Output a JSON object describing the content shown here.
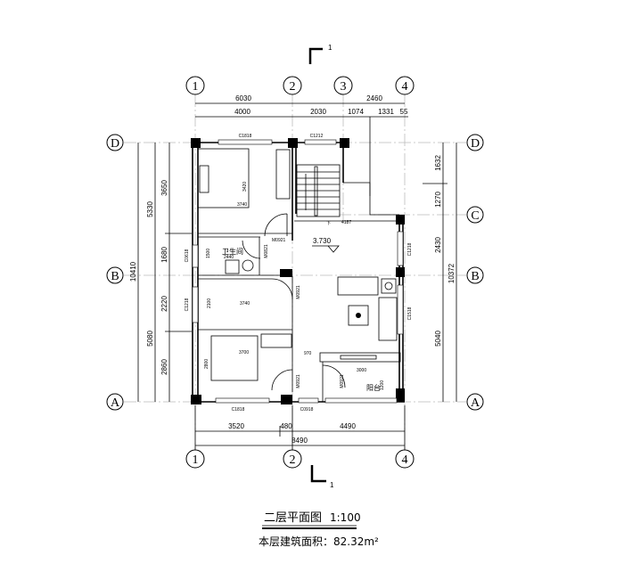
{
  "axes": {
    "top": [
      "1",
      "2",
      "3",
      "4"
    ],
    "bottom": [
      "1",
      "2",
      "4"
    ],
    "left": [
      "D",
      "B",
      "A"
    ],
    "right": [
      "D",
      "C",
      "B",
      "A"
    ]
  },
  "dimensions": {
    "top_total": [
      "6030",
      "2460"
    ],
    "top_detail": [
      "4000",
      "2030",
      "1074",
      "1331",
      "55"
    ],
    "bottom_detail": [
      "3520",
      "480",
      "4490"
    ],
    "bottom_total": "8490",
    "left_total": "10410",
    "left_mid": [
      "5330",
      "5080"
    ],
    "left_detail": [
      "3650",
      "1680",
      "2220",
      "2860"
    ],
    "right_detail": [
      "1632",
      "1270",
      "2430",
      "5040"
    ],
    "right_total": "10372",
    "interior": [
      "3420",
      "3740",
      "4187",
      "1500",
      "2440",
      "2100",
      "3740",
      "3700",
      "2800",
      "970",
      "3000",
      "1200"
    ]
  },
  "windows": {
    "top_left": "C1818",
    "top_mid": "C1212",
    "left_upper": "C0618",
    "left_lower": "C1218",
    "right_upper": "C1218",
    "right_lower": "C1518",
    "bottom_left": "C1818",
    "bottom_mid": "C0918"
  },
  "doors": {
    "bath_top": "M0921",
    "bath_side": "M0821",
    "bedroom_mid": "M0921",
    "bedroom_bottom": "M0921",
    "balcony": "M0921"
  },
  "rooms": {
    "bathroom": "卫生间",
    "balcony": "阳台"
  },
  "stair_label": "下",
  "elevation": "3.730",
  "section_mark": "1",
  "footer": {
    "title": "二层平面图",
    "scale": "1:100",
    "area": "本层建筑面积：82.32m²"
  }
}
